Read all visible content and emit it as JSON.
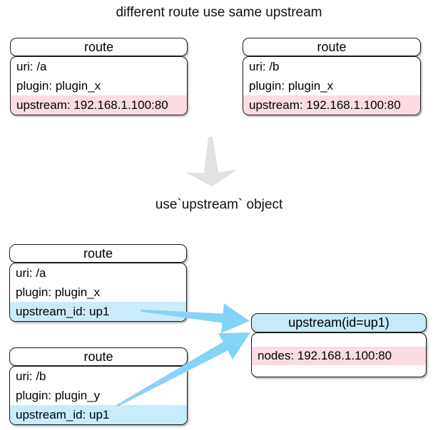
{
  "title": "different route use same upstream",
  "transform_label": "use`upstream` object",
  "routes_before": [
    {
      "header": "route",
      "uri": "uri: /a",
      "plugin": "plugin: plugin_x",
      "upstream": "upstream: 192.168.1.100:80"
    },
    {
      "header": "route",
      "uri": "uri: /b",
      "plugin": "plugin: plugin_x",
      "upstream": "upstream: 192.168.1.100:80"
    }
  ],
  "routes_after": [
    {
      "header": "route",
      "uri": "uri: /a",
      "plugin": "plugin: plugin_x",
      "upstream": "upstream_id: up1"
    },
    {
      "header": "route",
      "uri": "uri: /b",
      "plugin": "plugin: plugin_y",
      "upstream": "upstream_id: up1"
    }
  ],
  "upstream_object": {
    "header": "upstream(id=up1)",
    "nodes": "nodes: 192.168.1.100:80"
  },
  "icons": {
    "transform_arrow": "down-arrow-icon",
    "route_links": [
      "route-a-to-upstream-arrow",
      "route-b-to-upstream-arrow"
    ]
  },
  "colors": {
    "pink_highlight": "#fbdce1",
    "blue_highlight": "#c9ecfb",
    "upstream_header_blue": "#c7e9f8",
    "arrow_blue": "#85d3f7",
    "arrow_gray": "#e2e2e2",
    "border": "#1b1b1b",
    "text": "#000000",
    "background": "#ffffff"
  }
}
